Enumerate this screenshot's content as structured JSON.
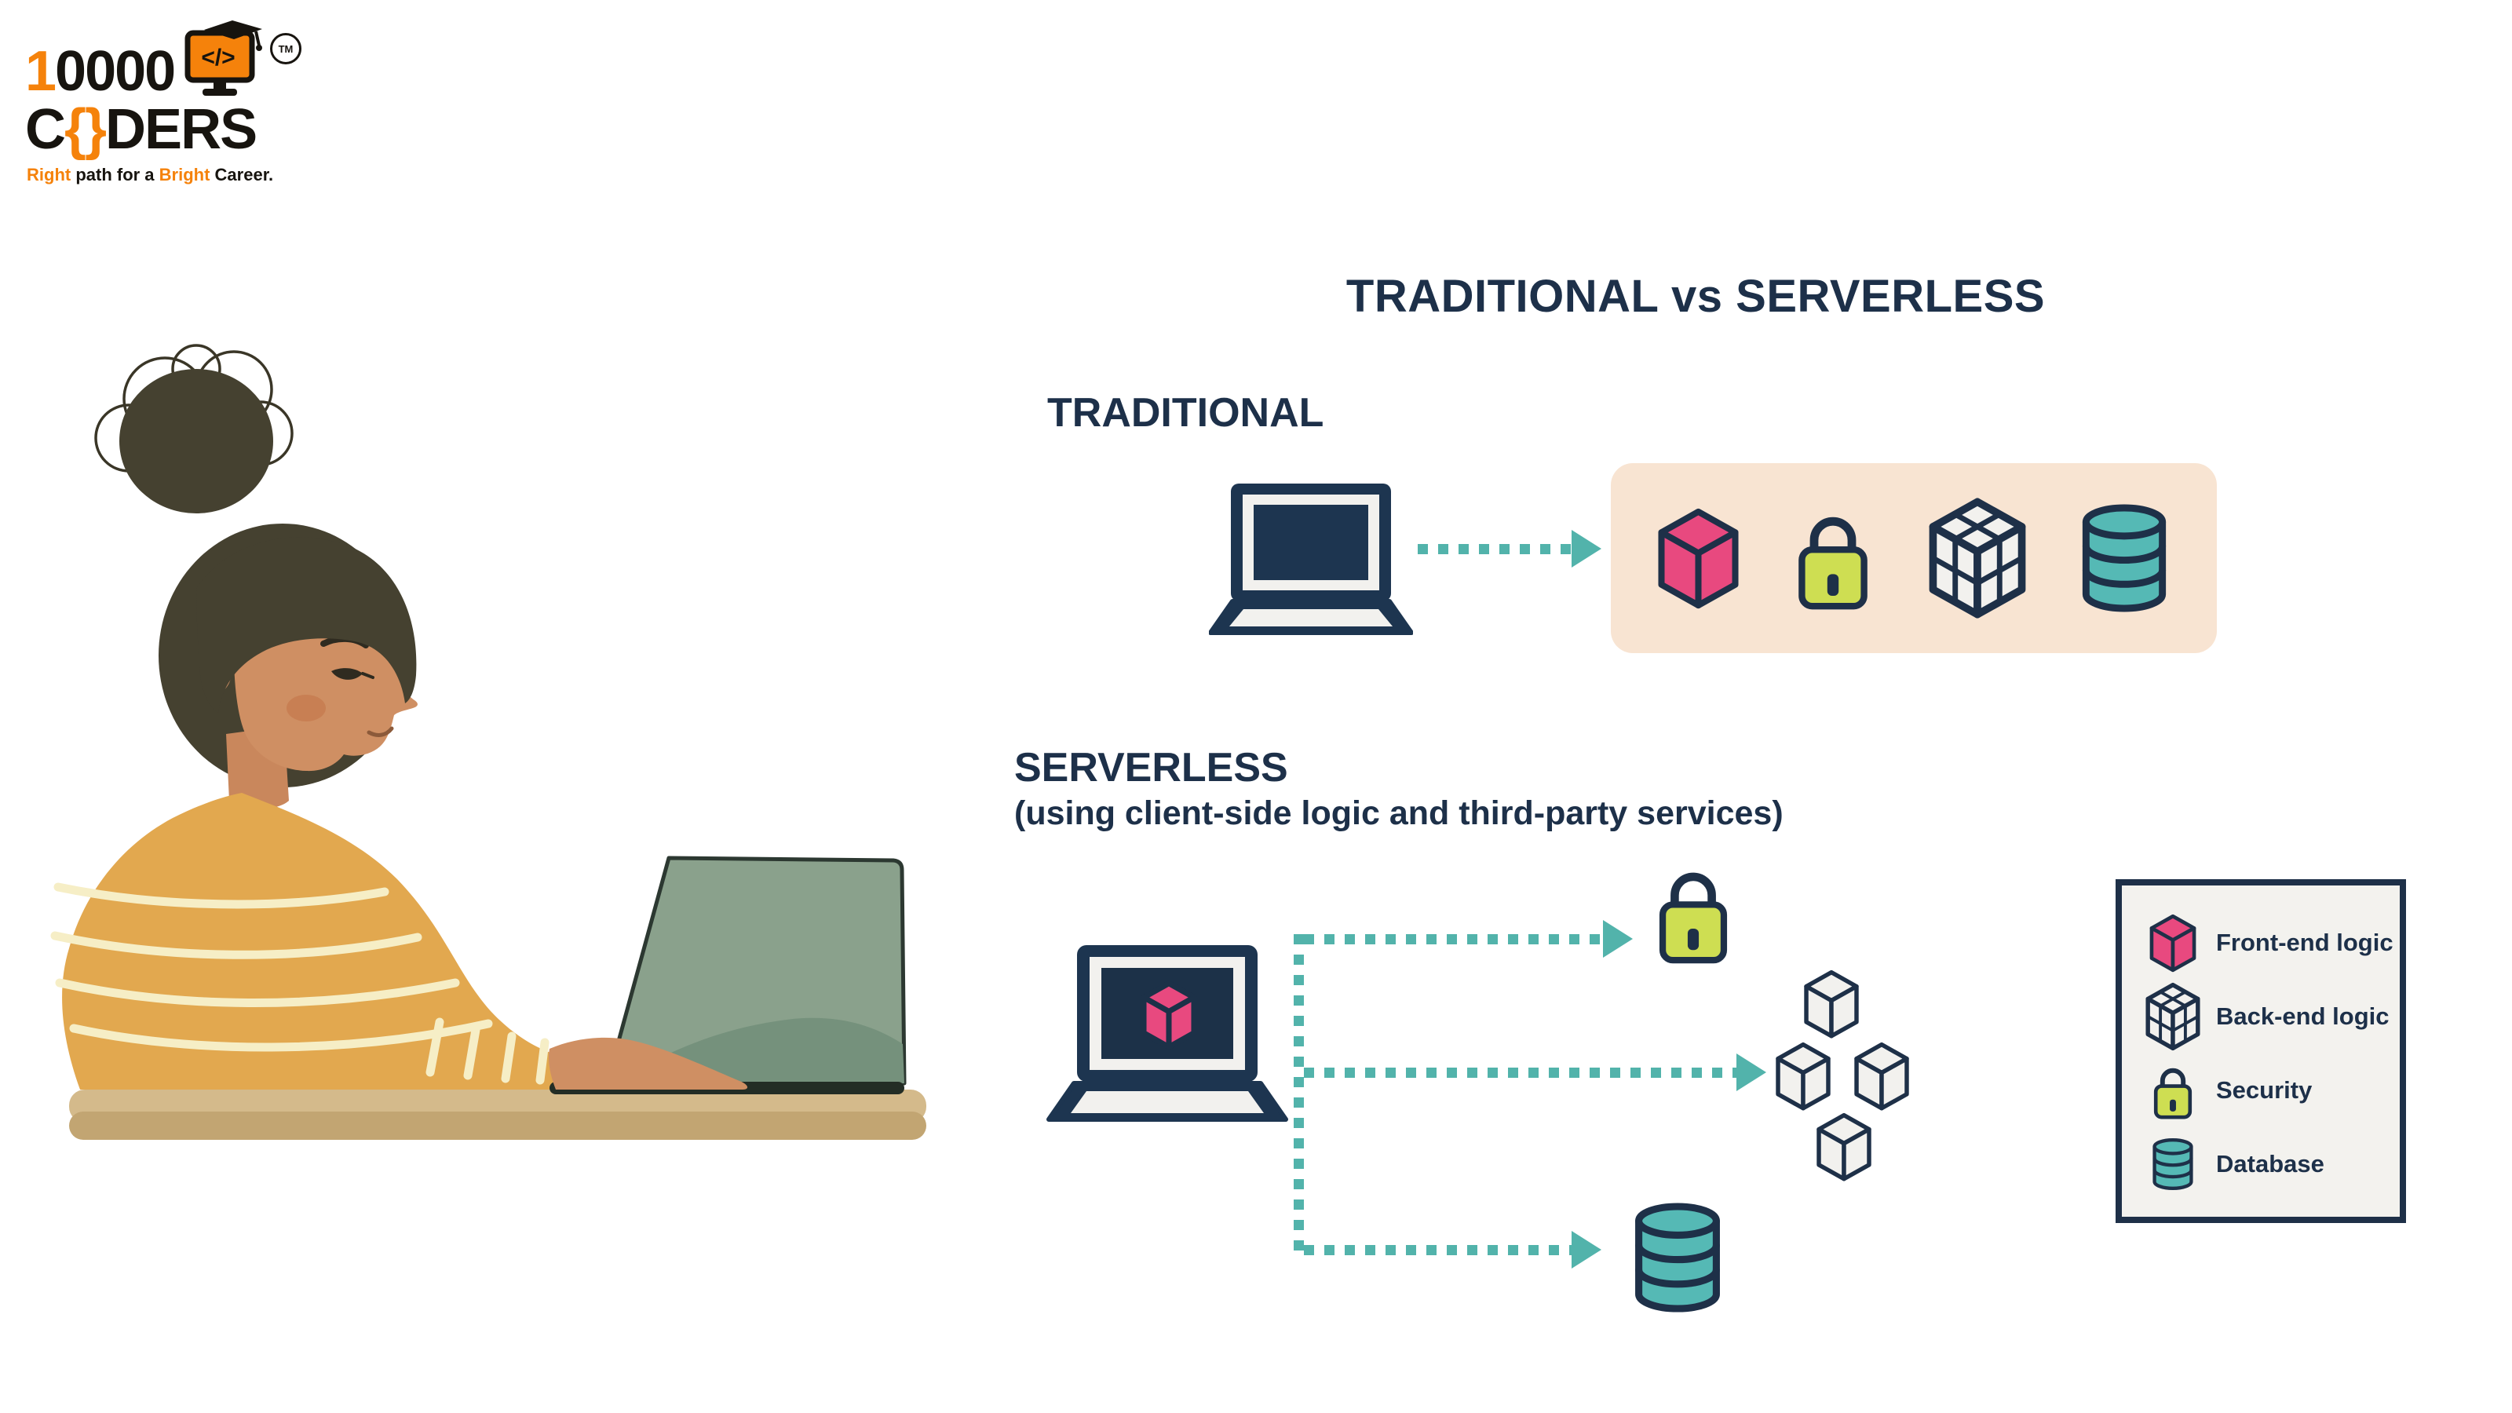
{
  "logo": {
    "number_orange": "1",
    "number_rest": "0000",
    "word_c": "C",
    "word_braces": "{}",
    "word_rest": "DERS",
    "code_glyph": "</>",
    "trademark": "TM",
    "tagline": {
      "seg1": "Right",
      "seg2": " path for a ",
      "seg3": "Bright",
      "seg4": " Career."
    }
  },
  "title": "TRADITIONAL vs SERVERLESS",
  "traditional": {
    "label": "TRADITIONAL",
    "flow": "laptop → front-end logic, security, back-end logic, database (all server-side, in one box)"
  },
  "serverless": {
    "label": "SERVERLESS",
    "subtitle": "(using client-side logic and third-party services)",
    "flow": "laptop with front-end logic → security service, third-party back-end cubes, database"
  },
  "legend": {
    "items": [
      {
        "icon": "front-end-cube-icon",
        "label": "Front-end logic"
      },
      {
        "icon": "back-end-cube-icon",
        "label": "Back-end logic"
      },
      {
        "icon": "security-lock-icon",
        "label": "Security"
      },
      {
        "icon": "database-icon",
        "label": "Database"
      }
    ]
  },
  "icons": {
    "front-end-cube-icon": "pink isometric cube",
    "back-end-cube-icon": "white 2x2 subdivided isometric cube",
    "security-lock-icon": "lime padlock",
    "database-icon": "teal cylinder stack",
    "laptop-icon": "navy laptop",
    "monitor-code-icon": "orange monitor with </> and graduation cap",
    "arrow-icon": "teal dotted arrow"
  },
  "colors": {
    "navy": "#1d3049",
    "pink": "#e8497f",
    "lime": "#cede52",
    "teal_db": "#55b9b5",
    "teal_arrow": "#52b3ab",
    "peach_box": "#f8e4d2",
    "legend_bg": "#f3f2ee",
    "logo_orange": "#f5820b",
    "sweater": "#e2a84f",
    "skin": "#d09065",
    "hair": "#454130",
    "laptop_green": "#8aa18c",
    "desk": "#cfb081"
  }
}
